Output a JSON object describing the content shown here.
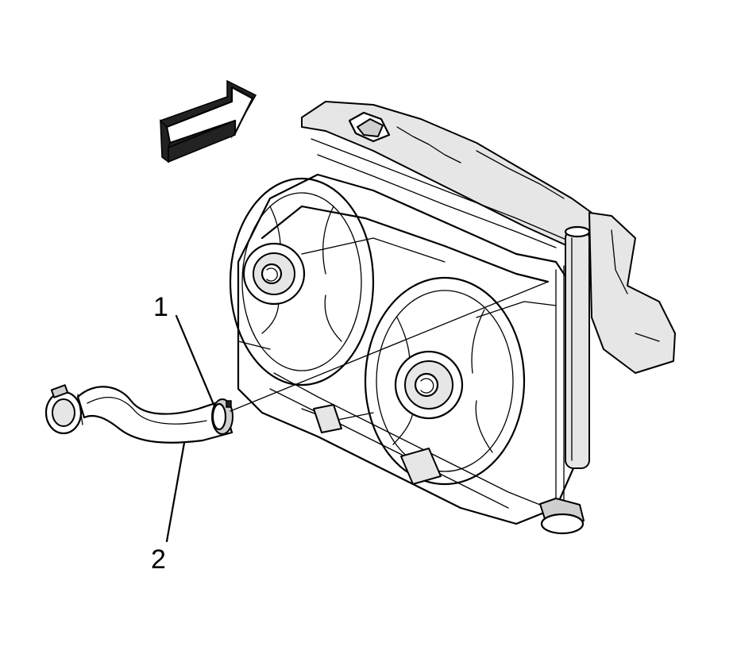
{
  "callouts": [
    {
      "id": "1",
      "label": "1"
    },
    {
      "id": "2",
      "label": "2"
    }
  ],
  "icons": {
    "direction_arrow": "vehicle-front-arrow-icon"
  },
  "colors": {
    "line": "#000000",
    "background": "#ffffff",
    "shade_light": "#e6e6e6",
    "shade_mid": "#cfcfcf"
  }
}
